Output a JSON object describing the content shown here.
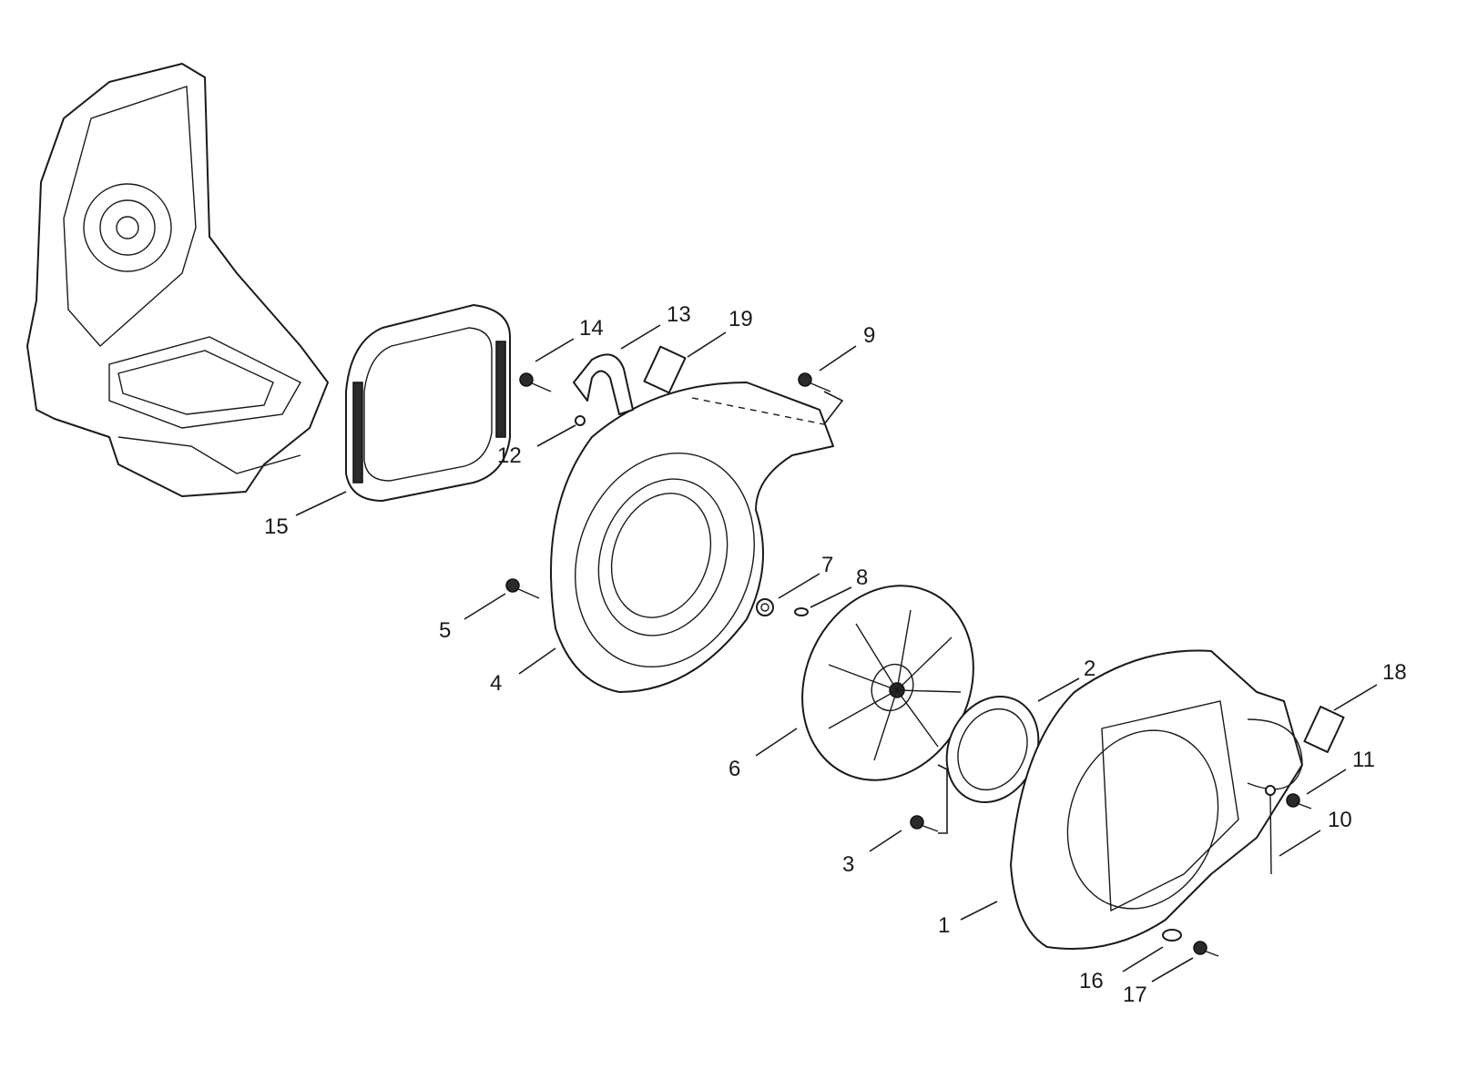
{
  "diagram": {
    "colors": {
      "line": "#1a1a1a",
      "background": "#ffffff"
    },
    "callouts": [
      {
        "label": "1"
      },
      {
        "label": "2"
      },
      {
        "label": "3"
      },
      {
        "label": "4"
      },
      {
        "label": "5"
      },
      {
        "label": "6"
      },
      {
        "label": "7"
      },
      {
        "label": "8"
      },
      {
        "label": "9"
      },
      {
        "label": "10"
      },
      {
        "label": "11"
      },
      {
        "label": "12"
      },
      {
        "label": "13"
      },
      {
        "label": "14"
      },
      {
        "label": "15"
      },
      {
        "label": "16"
      },
      {
        "label": "17"
      },
      {
        "label": "18"
      },
      {
        "label": "19"
      }
    ]
  }
}
